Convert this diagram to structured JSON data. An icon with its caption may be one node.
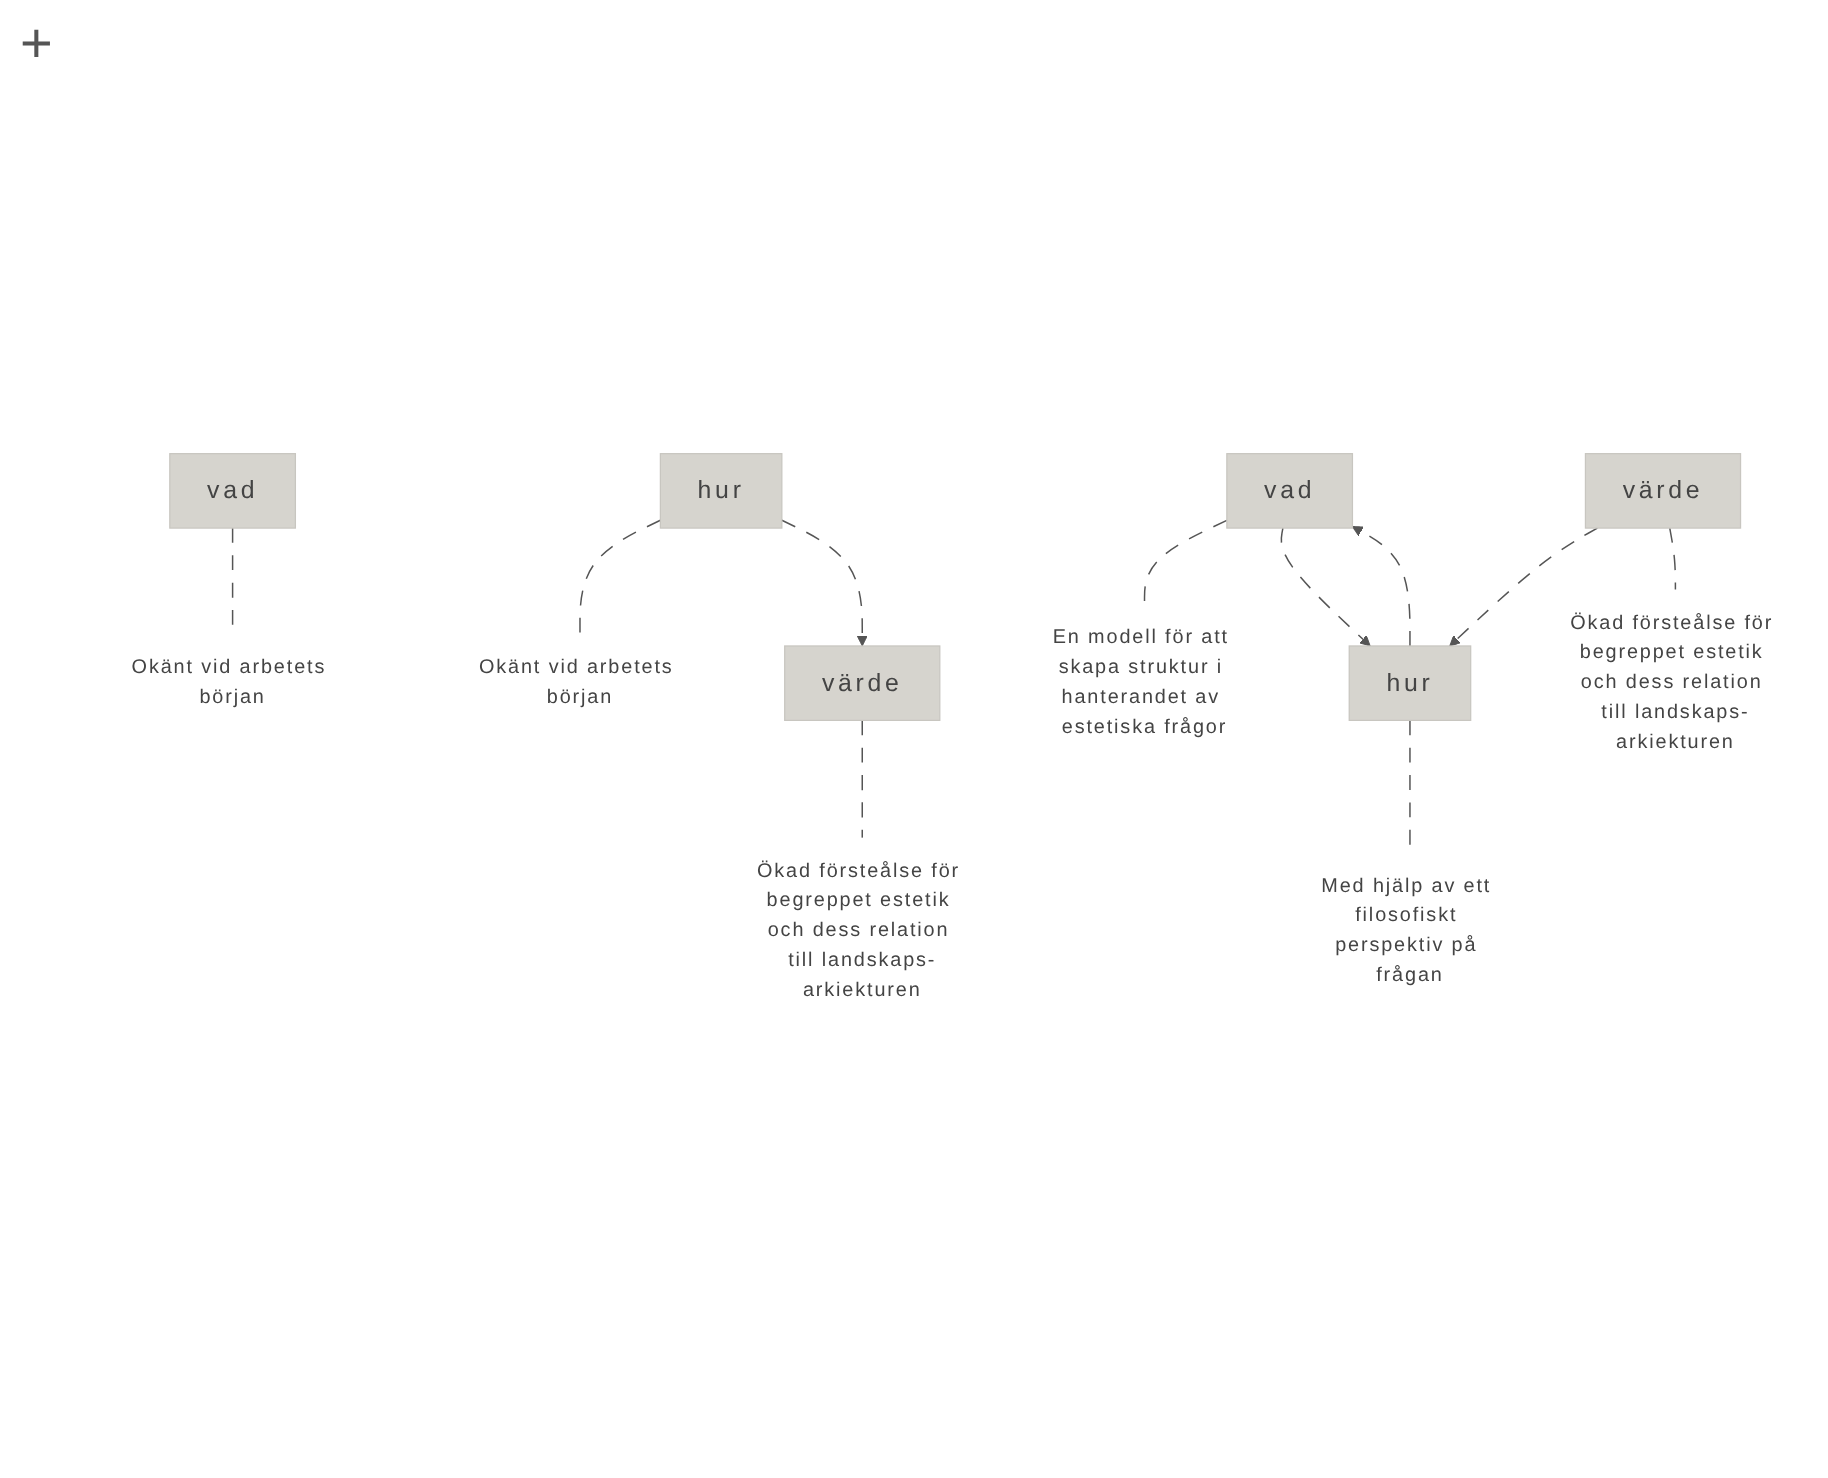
{
  "diagram": {
    "nodes": [
      {
        "text": [
          "vad"
        ]
      },
      {
        "text": [
          "hur"
        ]
      },
      {
        "text": [
          "värde"
        ]
      },
      {
        "text": [
          "Okänt vid arbetets början"
        ]
      },
      {
        "text": [
          "Okänt vid arbetets början"
        ]
      },
      {
        "text": [
          "Ökad försteålse för begreppet estetik och dess relation till landskaps-arkiekturen"
        ]
      },
      {
        "text": [
          "vad"
        ]
      },
      {
        "text": [
          "hur"
        ]
      },
      {
        "text": [
          "värde"
        ]
      },
      {
        "text": [
          "En modell för att skapa struktur i hanterandet av estetiska frågor"
        ]
      },
      {
        "text": [
          "Med hjälp av ett filosofiskt perspektiv på frågan"
        ]
      },
      {
        "text": [
          "Ökad försteålse för begreppet estetik och dess relation till landskaps-arkiekturen"
        ]
      }
    ],
    "edges": [
      {
        "from": 0,
        "to": 3,
        "arrow": "none",
        "style": "dashed"
      },
      {
        "from": 1,
        "to": 4,
        "arrow": "none",
        "style": "dashed"
      },
      {
        "from": 1,
        "to": 2,
        "arrow": "to",
        "style": "dashed"
      },
      {
        "from": 2,
        "to": 5,
        "arrow": "none",
        "style": "dashed"
      },
      {
        "from": 6,
        "to": 9,
        "arrow": "none",
        "style": "dashed"
      },
      {
        "from": 6,
        "to": 7,
        "arrow": "to",
        "style": "dashed"
      },
      {
        "from": 7,
        "to": 6,
        "arrow": "to",
        "style": "dashed"
      },
      {
        "from": 7,
        "to": 10,
        "arrow": "none",
        "style": "dashed"
      },
      {
        "from": 8,
        "to": 7,
        "arrow": "to",
        "style": "dashed"
      },
      {
        "from": 8,
        "to": 11,
        "arrow": "none",
        "style": "dashed"
      }
    ],
    "labels": [
      "+"
    ]
  }
}
